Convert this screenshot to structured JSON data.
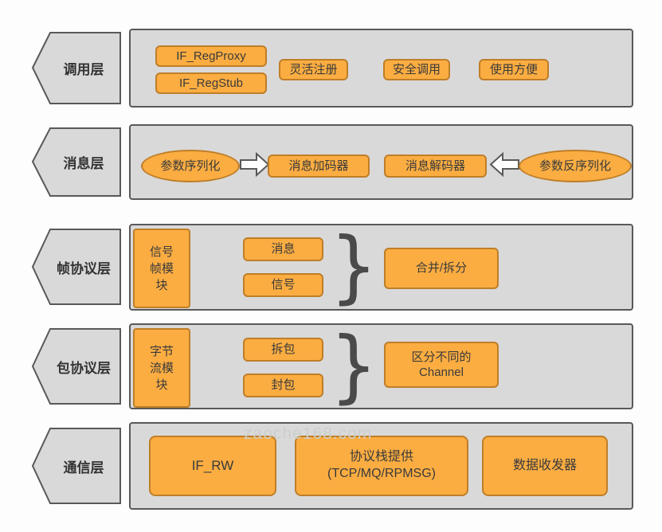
{
  "diagram": {
    "watermark": "zaoche168.com",
    "colors": {
      "panel_fill": "#d9d9d9",
      "panel_border": "#595959",
      "box_fill": "#fbad42",
      "box_border": "#bf7e28",
      "arrow_fill": "#fdfdfd",
      "text": "#3a3a3a",
      "watermark": "#cbcfcb"
    },
    "layers": [
      {
        "label": "调用层",
        "proxy": "IF_RegProxy",
        "stub": "IF_RegStub",
        "tags": [
          "灵活注册",
          "安全调用",
          "使用方便"
        ]
      },
      {
        "label": "消息层",
        "serializer": "参数序列化",
        "encoder": "消息加码器",
        "decoder": "消息解码器",
        "deserializer": "参数反序列化"
      },
      {
        "label": "帧协议层",
        "module": [
          "信号",
          "帧模",
          "块"
        ],
        "upper": "消息",
        "lower": "信号",
        "brace": "}",
        "result": [
          "合并/拆分"
        ]
      },
      {
        "label": "包协议层",
        "module": [
          "字节",
          "流模",
          "块"
        ],
        "upper": "拆包",
        "lower": "封包",
        "brace": "}",
        "result": [
          "区分不同的",
          "Channel"
        ]
      },
      {
        "label": "通信层",
        "io": "IF_RW",
        "stack": [
          "协议栈提供",
          "(TCP/MQ/RPMSG)"
        ],
        "transceiver": "数据收发器"
      }
    ]
  }
}
